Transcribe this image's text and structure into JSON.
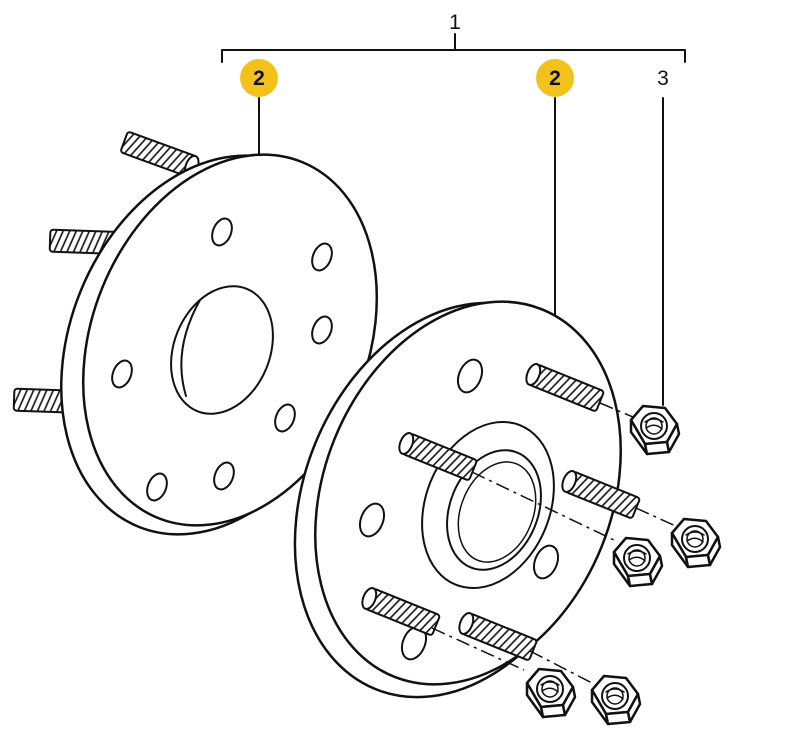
{
  "callouts": {
    "assembly": "1",
    "spacer_left": "2",
    "spacer_right": "2",
    "wheel_nut": "3"
  },
  "colors": {
    "badge_fill": "#f2c21b",
    "line": "#111111",
    "background": "#ffffff"
  }
}
